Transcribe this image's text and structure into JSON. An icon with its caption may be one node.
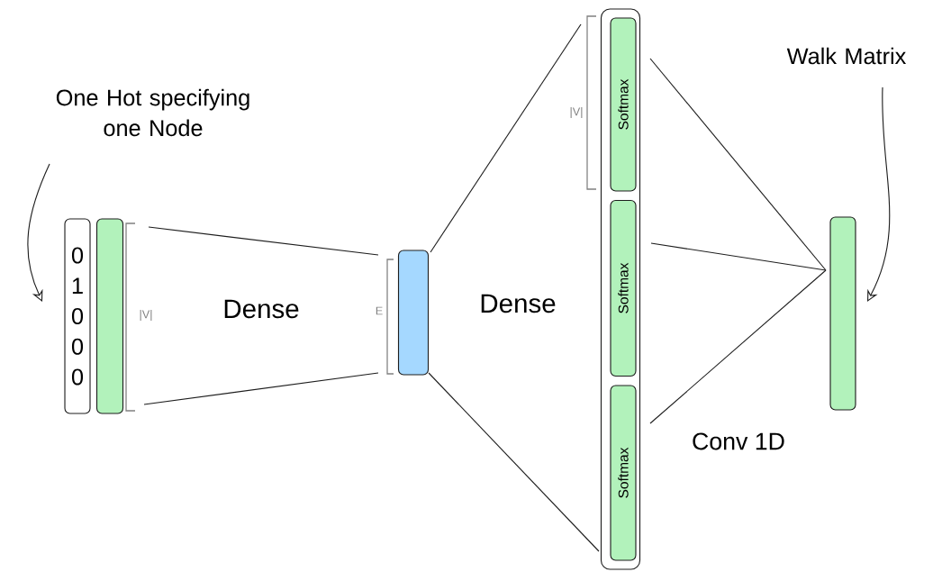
{
  "diagram": {
    "nodes": [
      {
        "text": [
          "One Hot specifying one Node"
        ]
      },
      {
        "text": [
          "0",
          "1",
          "0",
          "0",
          "0"
        ]
      },
      {
        "text": [],
        "shape": "bar"
      },
      {
        "text": [],
        "shape": "bar"
      },
      {
        "text": [],
        "shape": "box"
      },
      {
        "text": [
          "Softmax"
        ],
        "in": 4
      },
      {
        "text": [
          "Softmax"
        ],
        "in": 4
      },
      {
        "text": [
          "Softmax"
        ],
        "in": 4
      },
      {
        "text": [],
        "shape": "bar"
      },
      {
        "text": [
          "Walk Matrix"
        ]
      }
    ],
    "edges": [
      {
        "from": 0,
        "to": 1,
        "arrow": "to"
      },
      {
        "from": 2,
        "to": 3,
        "arrow": "none"
      },
      {
        "from": 2,
        "to": 3,
        "arrow": "none"
      },
      {
        "from": 3,
        "to": 4,
        "arrow": "none"
      },
      {
        "from": 3,
        "to": 4,
        "arrow": "none"
      },
      {
        "from": 5,
        "to": 8,
        "arrow": "none"
      },
      {
        "from": 6,
        "to": 8,
        "arrow": "none"
      },
      {
        "from": 7,
        "to": 8,
        "arrow": "none"
      },
      {
        "from": 9,
        "to": 8,
        "arrow": "to"
      }
    ],
    "labels": [
      "|V|",
      "Dense",
      "E",
      "Dense",
      "|V|",
      "Conv 1D"
    ]
  }
}
